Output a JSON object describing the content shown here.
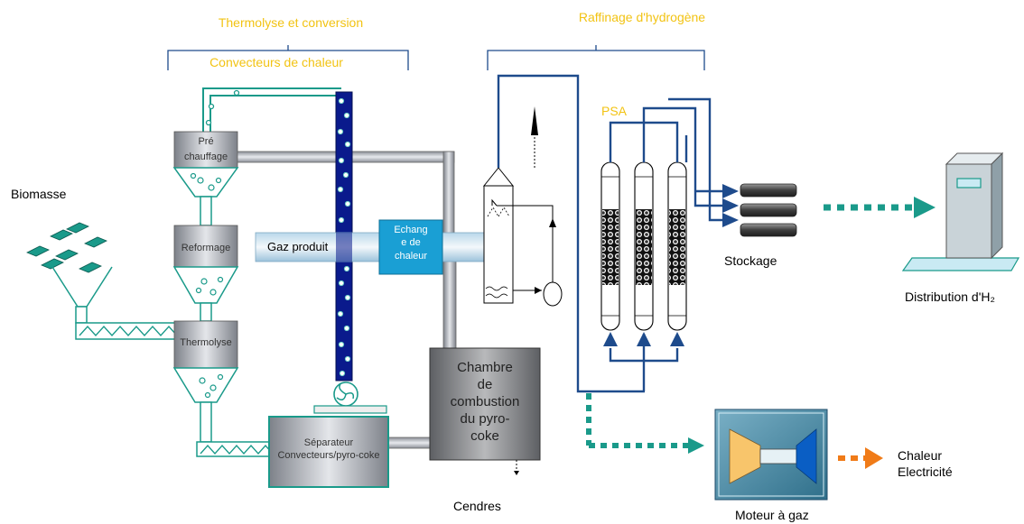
{
  "sections": {
    "thermolyse": "Thermolyse et conversion",
    "convecteurs": "Convecteurs de chaleur",
    "raffinage": "Raffinage d'hydrogène"
  },
  "labels": {
    "biomasse": "Biomasse",
    "pre_line1": "Pré",
    "pre_line2": "chauffage",
    "reformage": "Reformage",
    "thermolyse": "Thermolyse",
    "separateur_line1": "Séparateur",
    "separateur_line2": "Convecteurs/pyro-coke",
    "gaz_produit": "Gaz produit",
    "echangeur_line1": "Echang",
    "echangeur_line2": "e de",
    "echangeur_line3": "chaleur",
    "chambre_line1": "Chambre",
    "chambre_line2": "de",
    "chambre_line3": "combustion",
    "chambre_line4": "du pyro-",
    "chambre_line5": "coke",
    "cendres": "Cendres",
    "psa": "PSA",
    "stockage": "Stockage",
    "distribution": "Distribution d'H₂",
    "moteur": "Moteur à gaz",
    "chaleur": "Chaleur",
    "electricite": "Electricité"
  },
  "colors": {
    "teal": "#1a9a8a",
    "dark_blue": "#0a1a8c",
    "pipe_blue": "#1e4b8c",
    "exchanger": "#1a9fd4",
    "yellow_text": "#f2c313",
    "orange": "#f07b18"
  }
}
